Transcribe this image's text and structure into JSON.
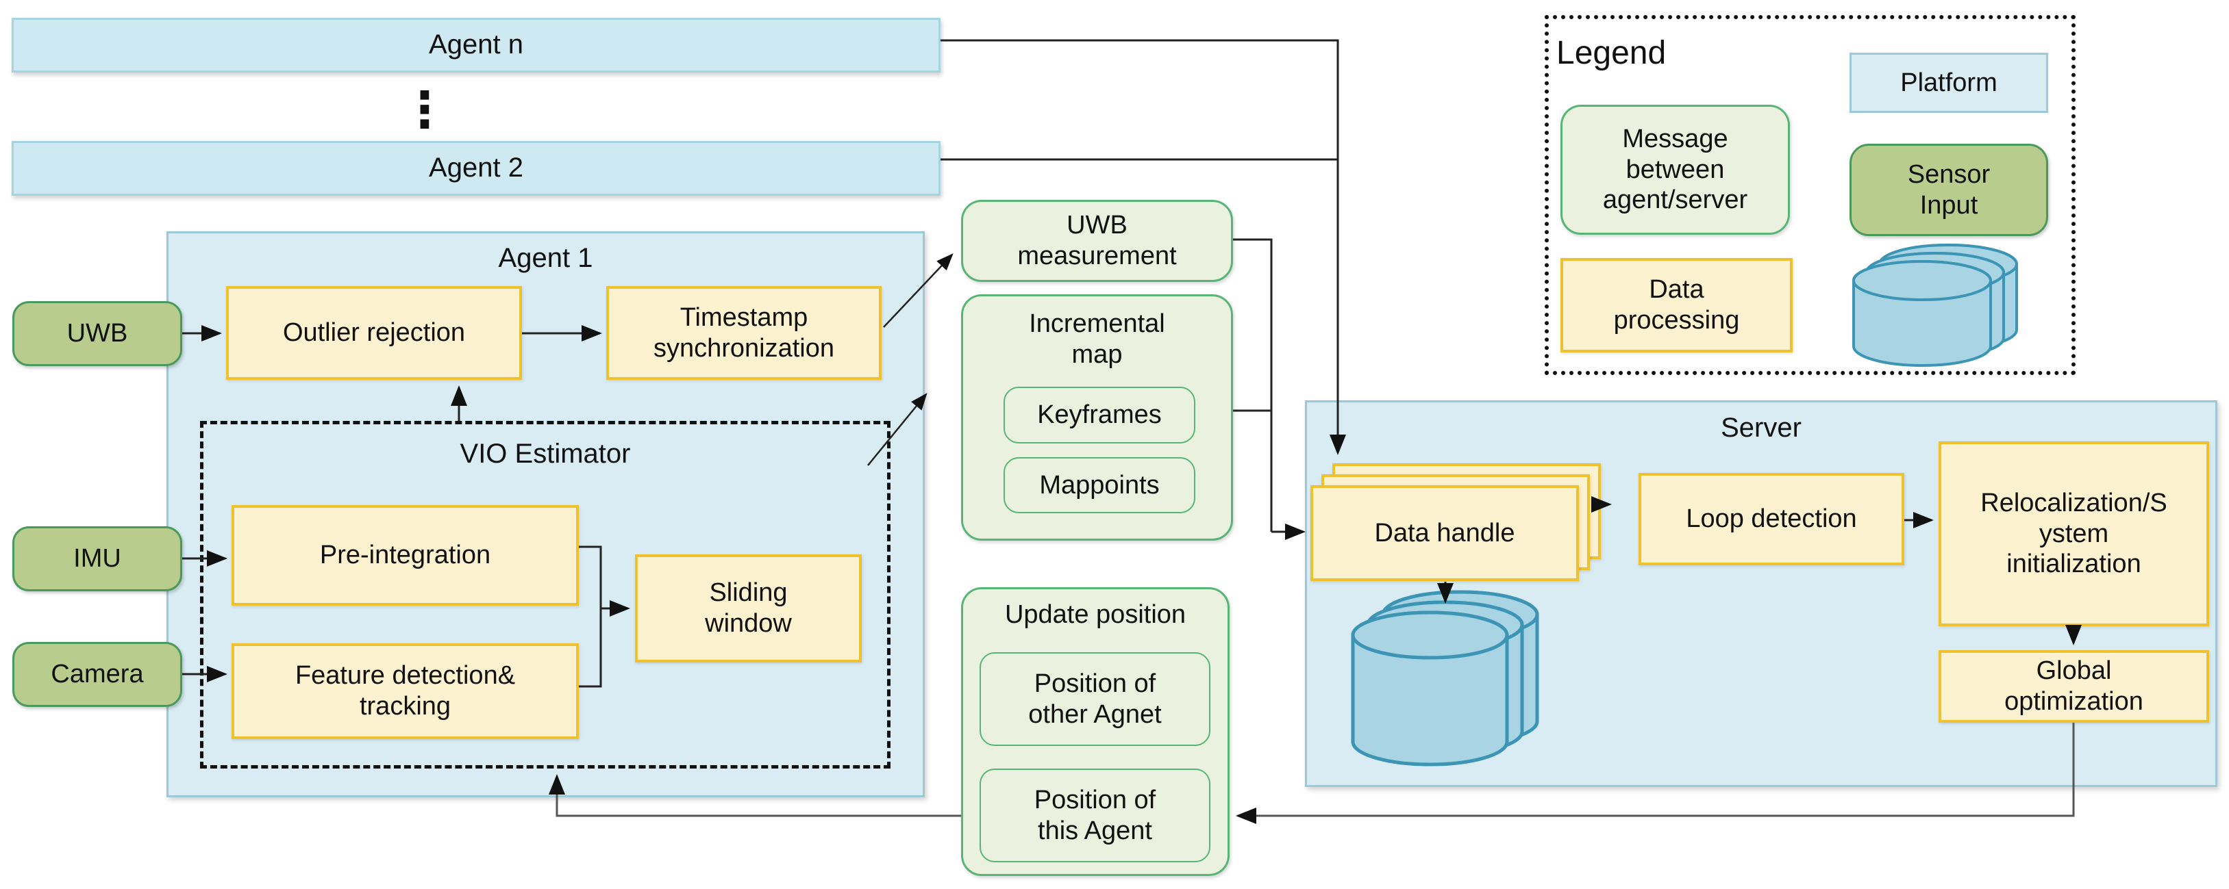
{
  "theme": {
    "platform-fill": "#d9ecf4",
    "platform-border": "#9bc9da",
    "bar-fill": "#cfe9f3",
    "bar-border": "#a5d4e2",
    "process-fill": "#fdf2cf",
    "process-border": "#f0c12e",
    "message-fill": "#eaf2df",
    "message-border": "#57b576",
    "sensor-fill": "#b8cc8e",
    "sensor-border": "#4a9a5c",
    "storage-fill": "#a8d4e4",
    "storage-border": "#3d95b5",
    "line": "#222222",
    "text": "#111111"
  },
  "agents": {
    "agent_n": "Agent n",
    "agent_2": "Agent 2",
    "ellipsis": "⋮"
  },
  "agent1": {
    "title": "Agent 1",
    "outlier": "Outlier rejection",
    "timestamp": "Timestamp synchronization",
    "vio": "VIO Estimator",
    "pre_integration": "Pre-integration",
    "feature": "Feature detection& tracking",
    "sliding": "Sliding window"
  },
  "sensors": {
    "uwb": "UWB",
    "imu": "IMU",
    "camera": "Camera"
  },
  "messages": {
    "uwb_measurement": "UWB measurement",
    "incremental_map": "Incremental map",
    "keyframes": "Keyframes",
    "mappoints": "Mappoints",
    "update_position": "Update position",
    "position_other": "Position of other Agnet",
    "position_this": "Position of this Agent"
  },
  "server": {
    "title": "Server",
    "data_handle": "Data handle",
    "map_stack": "Map stack",
    "loop_detection": "Loop detection",
    "relocalization_lines": [
      "Relocalization/S",
      "ystem",
      "initialization"
    ],
    "global_optimization": "Global optimization"
  },
  "legend": {
    "title": "Legend",
    "platform": "Platform",
    "message": "Message between agent/server",
    "sensor_input": "Sensor Input",
    "data_processing": "Data processing",
    "data_storage": "Data storage"
  }
}
